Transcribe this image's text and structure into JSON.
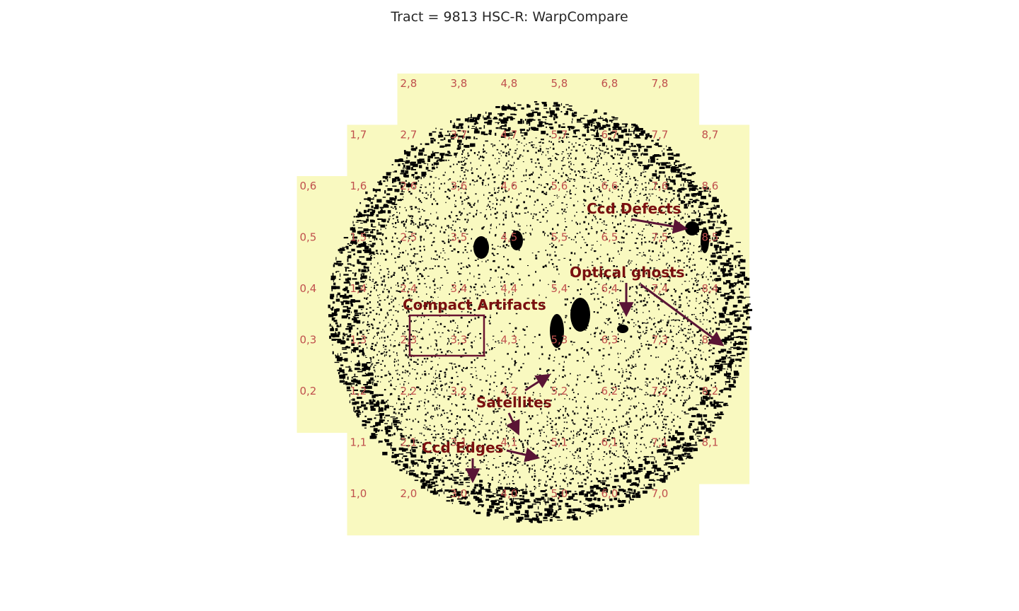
{
  "title": "Tract = 9813 HSC-R: WarpCompare",
  "colors": {
    "patch_fill": "#f9f9c0",
    "artifact": "#000000",
    "patch_label": "#c0504d",
    "annotation": "#7a1010",
    "arrow": "#5a1435"
  },
  "patches": [
    {
      "label": "2,8"
    },
    {
      "label": "3,8"
    },
    {
      "label": "4,8"
    },
    {
      "label": "5,8"
    },
    {
      "label": "6,8"
    },
    {
      "label": "7,8"
    },
    {
      "label": "1,7"
    },
    {
      "label": "2,7"
    },
    {
      "label": "3,7"
    },
    {
      "label": "4,7"
    },
    {
      "label": "5,7"
    },
    {
      "label": "6,7"
    },
    {
      "label": "7,7"
    },
    {
      "label": "8,7"
    },
    {
      "label": "0,6"
    },
    {
      "label": "1,6"
    },
    {
      "label": "2,6"
    },
    {
      "label": "3,6"
    },
    {
      "label": "4,6"
    },
    {
      "label": "5,6"
    },
    {
      "label": "6,6"
    },
    {
      "label": "7,6"
    },
    {
      "label": "8,6"
    },
    {
      "label": "0,5"
    },
    {
      "label": "1,5"
    },
    {
      "label": "2,5"
    },
    {
      "label": "3,5"
    },
    {
      "label": "4,5"
    },
    {
      "label": "5,5"
    },
    {
      "label": "6,5"
    },
    {
      "label": "7,5"
    },
    {
      "label": "8,5"
    },
    {
      "label": "0,4"
    },
    {
      "label": "1,4"
    },
    {
      "label": "2,4"
    },
    {
      "label": "3,4"
    },
    {
      "label": "4,4"
    },
    {
      "label": "5,4"
    },
    {
      "label": "6,4"
    },
    {
      "label": "7,4"
    },
    {
      "label": "8,4"
    },
    {
      "label": "0,3"
    },
    {
      "label": "1,3"
    },
    {
      "label": "2,3"
    },
    {
      "label": "3,3"
    },
    {
      "label": "4,3"
    },
    {
      "label": "5,3"
    },
    {
      "label": "6,3"
    },
    {
      "label": "7,3"
    },
    {
      "label": "8,3"
    },
    {
      "label": "0,2"
    },
    {
      "label": "1,2"
    },
    {
      "label": "2,2"
    },
    {
      "label": "3,2"
    },
    {
      "label": "4,2"
    },
    {
      "label": "5,2"
    },
    {
      "label": "6,2"
    },
    {
      "label": "7,2"
    },
    {
      "label": "8,2"
    },
    {
      "label": "1,1"
    },
    {
      "label": "2,1"
    },
    {
      "label": "3,1"
    },
    {
      "label": "4,1"
    },
    {
      "label": "5,1"
    },
    {
      "label": "6,1"
    },
    {
      "label": "7,1"
    },
    {
      "label": "8,1"
    },
    {
      "label": "1,0"
    },
    {
      "label": "2,0"
    },
    {
      "label": "3,0"
    },
    {
      "label": "4,0"
    },
    {
      "label": "5,0"
    },
    {
      "label": "6,0"
    },
    {
      "label": "7,0"
    }
  ],
  "annotations": [
    {
      "id": "ccd-defects",
      "text": "Ccd Defects"
    },
    {
      "id": "optical-ghosts",
      "text": "Optical ghosts"
    },
    {
      "id": "compact-artifacts",
      "text": "Compact Artifacts"
    },
    {
      "id": "satellites",
      "text": "Satellites"
    },
    {
      "id": "ccd-edges",
      "text": "Ccd Edges"
    }
  ]
}
